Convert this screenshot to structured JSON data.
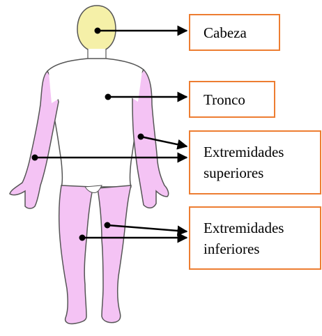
{
  "diagram": {
    "colors": {
      "limb_fill": "#f4c3f4",
      "head_fill": "#f5f0a8",
      "outline": "#555555",
      "box_border": "#ed7d31",
      "arrow": "#000000"
    },
    "labels": {
      "head": {
        "lines": [
          "Cabeza"
        ]
      },
      "trunk": {
        "lines": [
          "Tronco"
        ]
      },
      "upper_limbs": {
        "lines": [
          "Extremidades",
          "superiores"
        ]
      },
      "lower_limbs": {
        "lines": [
          "Extremidades",
          "inferiores"
        ]
      }
    }
  }
}
